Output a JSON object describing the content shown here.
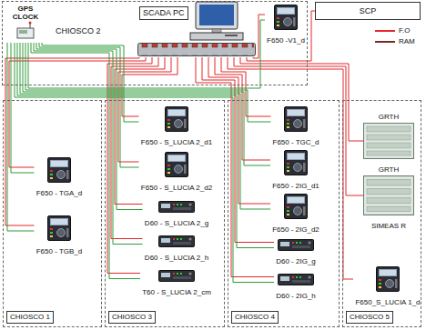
{
  "diagram": {
    "nodes": [
      {
        "text": [
          "CHIOSCO 2"
        ]
      },
      {
        "text": [
          "GPS CLOCK"
        ],
        "in": 0
      },
      {
        "text": [
          "SCADA PC"
        ],
        "in": 0
      },
      {
        "text": [
          "F650 -V1_d"
        ],
        "in": 0
      },
      {
        "text": [
          "SCP"
        ]
      },
      {
        "text": [
          "CHIOSCO 1"
        ]
      },
      {
        "text": [
          "F650 - TGA_d"
        ],
        "in": 5
      },
      {
        "text": [
          "F650 - TGB_d"
        ],
        "in": 5
      },
      {
        "text": [
          "CHIOSCO 3"
        ]
      },
      {
        "text": [
          "F650 - S_LUCIA 2_d1"
        ],
        "in": 8
      },
      {
        "text": [
          "F650 - S_LUCIA 2_d2"
        ],
        "in": 8
      },
      {
        "text": [
          "D60 - S_LUCIA 2_g"
        ],
        "in": 8
      },
      {
        "text": [
          "D60 - S_LUCIA 2_h"
        ],
        "in": 8
      },
      {
        "text": [
          "T60 - S_LUCIA 2_cm"
        ],
        "in": 8
      },
      {
        "text": [
          "CHIOSCO 4"
        ]
      },
      {
        "text": [
          "F650 - TGC_d"
        ],
        "in": 14
      },
      {
        "text": [
          "F650 - 2IG_d1"
        ],
        "in": 14
      },
      {
        "text": [
          "F650 - 2IG_d2"
        ],
        "in": 14
      },
      {
        "text": [
          "D60 - 2IG_g"
        ],
        "in": 14
      },
      {
        "text": [
          "D60 - 2IG_h"
        ],
        "in": 14
      },
      {
        "text": [
          "CHIOSCO 5"
        ]
      },
      {
        "text": [
          "GRTH"
        ],
        "in": 20
      },
      {
        "text": [
          "GRTH",
          "SIMEAS R"
        ],
        "in": 20
      },
      {
        "text": [
          "F650_S_LUCIA 1_d"
        ],
        "in": 20
      }
    ],
    "edges": [
      {
        "from": 2,
        "to": 3,
        "arrow": "none"
      },
      {
        "from": 2,
        "to": 4,
        "arrow": "none"
      },
      {
        "from": 2,
        "to": 6,
        "arrow": "none"
      },
      {
        "from": 2,
        "to": 7,
        "arrow": "none"
      },
      {
        "from": 2,
        "to": 9,
        "arrow": "none"
      },
      {
        "from": 2,
        "to": 10,
        "arrow": "none"
      },
      {
        "from": 2,
        "to": 11,
        "arrow": "none"
      },
      {
        "from": 2,
        "to": 12,
        "arrow": "none"
      },
      {
        "from": 2,
        "to": 13,
        "arrow": "none"
      },
      {
        "from": 2,
        "to": 15,
        "arrow": "none"
      },
      {
        "from": 2,
        "to": 16,
        "arrow": "none"
      },
      {
        "from": 2,
        "to": 17,
        "arrow": "none"
      },
      {
        "from": 2,
        "to": 18,
        "arrow": "none"
      },
      {
        "from": 2,
        "to": 19,
        "arrow": "none"
      },
      {
        "from": 2,
        "to": 21,
        "arrow": "none"
      },
      {
        "from": 2,
        "to": 22,
        "arrow": "none"
      },
      {
        "from": 2,
        "to": 23,
        "arrow": "none"
      },
      {
        "from": 1,
        "to": 3,
        "arrow": "none"
      },
      {
        "from": 1,
        "to": 6,
        "arrow": "none"
      },
      {
        "from": 1,
        "to": 7,
        "arrow": "none"
      },
      {
        "from": 1,
        "to": 9,
        "arrow": "none"
      },
      {
        "from": 1,
        "to": 10,
        "arrow": "none"
      },
      {
        "from": 1,
        "to": 11,
        "arrow": "none"
      },
      {
        "from": 1,
        "to": 12,
        "arrow": "none"
      },
      {
        "from": 1,
        "to": 13,
        "arrow": "none"
      },
      {
        "from": 1,
        "to": 15,
        "arrow": "none"
      },
      {
        "from": 1,
        "to": 16,
        "arrow": "none"
      },
      {
        "from": 1,
        "to": 17,
        "arrow": "none"
      },
      {
        "from": 1,
        "to": 18,
        "arrow": "none"
      },
      {
        "from": 1,
        "to": 19,
        "arrow": "none"
      }
    ],
    "legend": [
      {
        "text": "F.O"
      },
      {
        "text": "RAM"
      }
    ]
  }
}
